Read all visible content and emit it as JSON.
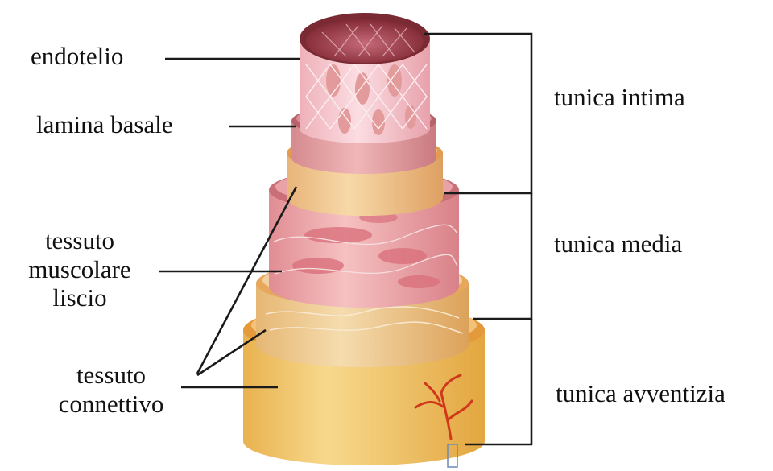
{
  "labels": {
    "endotelio": "endotelio",
    "lamina_basale": "lamina basale",
    "muscolare": [
      "tessuto",
      "muscolare",
      "liscio"
    ],
    "connettivo": [
      "tessuto",
      "connettivo"
    ]
  },
  "tunics": {
    "intima": "tunica intima",
    "media": "tunica media",
    "avventizia": "tunica avventizia"
  },
  "colors": {
    "line": "#1a1a1a",
    "adventitia": "#f2c66b",
    "adventitia_dark": "#d99a3a",
    "media_pink": "#eaa0a0",
    "intima_pink": "#f4c2c8",
    "lumen": "#8a2e3a",
    "vessel": "#d0381c"
  }
}
